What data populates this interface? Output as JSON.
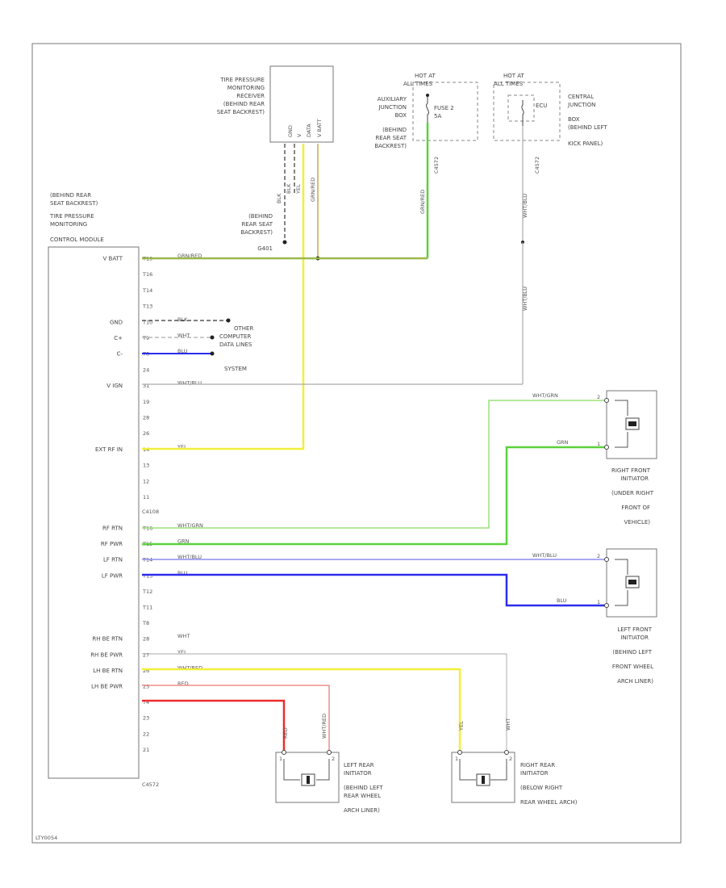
{
  "module": {
    "label": [
      "(BEHIND REAR",
      "SEAT BACKREST)",
      "TIRE PRESSURE",
      "MONITORING",
      "CONTROL MODULE"
    ],
    "connector_top": "C4108",
    "connector_bottom": "C4572",
    "pins_a": [
      {
        "pin": "T19",
        "signal": "V BATT",
        "wire": "GRN/RED"
      },
      {
        "pin": "T16",
        "signal": "",
        "wire": ""
      },
      {
        "pin": "T14",
        "signal": "",
        "wire": ""
      },
      {
        "pin": "T13",
        "signal": "",
        "wire": ""
      },
      {
        "pin": "T10",
        "signal": "GND",
        "wire": "BLK"
      },
      {
        "pin": "T9",
        "signal": "C+",
        "wire": "WHT"
      },
      {
        "pin": "T8",
        "signal": "C-",
        "wire": "BLU"
      },
      {
        "pin": "24",
        "signal": "",
        "wire": ""
      },
      {
        "pin": "31",
        "signal": "V IGN",
        "wire": "WHT/BLU"
      },
      {
        "pin": "19",
        "signal": "",
        "wire": ""
      },
      {
        "pin": "28",
        "signal": "",
        "wire": ""
      },
      {
        "pin": "26",
        "signal": "",
        "wire": ""
      },
      {
        "pin": "14",
        "signal": "EXT RF IN",
        "wire": "YEL"
      },
      {
        "pin": "13",
        "signal": "",
        "wire": ""
      },
      {
        "pin": "12",
        "signal": "",
        "wire": ""
      },
      {
        "pin": "11",
        "signal": "",
        "wire": ""
      }
    ],
    "pins_b": [
      {
        "pin": "T16",
        "signal": "RF RTN",
        "wire": "WHT/GRN"
      },
      {
        "pin": "T15",
        "signal": "RF PWR",
        "wire": "GRN"
      },
      {
        "pin": "T14",
        "signal": "LF RTN",
        "wire": "WHT/BLU"
      },
      {
        "pin": "T13",
        "signal": "LF PWR",
        "wire": "BLU"
      },
      {
        "pin": "T12",
        "signal": "",
        "wire": ""
      },
      {
        "pin": "T11",
        "signal": "",
        "wire": ""
      },
      {
        "pin": "T8",
        "signal": "",
        "wire": ""
      },
      {
        "pin": "28",
        "signal": "RH BE RTN",
        "wire": "WHT"
      },
      {
        "pin": "27",
        "signal": "RH BE PWR",
        "wire": "YEL"
      },
      {
        "pin": "26",
        "signal": "LH BE RTN",
        "wire": "WHT/RED"
      },
      {
        "pin": "25",
        "signal": "LH BE PWR",
        "wire": "RED"
      },
      {
        "pin": "T4",
        "signal": "",
        "wire": ""
      },
      {
        "pin": "23",
        "signal": "",
        "wire": ""
      },
      {
        "pin": "22",
        "signal": "",
        "wire": ""
      },
      {
        "pin": "21",
        "signal": "",
        "wire": ""
      }
    ]
  },
  "receiver": {
    "label": [
      "TIRE PRESSURE",
      "MONITORING",
      "RECEIVER",
      "(BEHIND REAR",
      "SEAT BACKREST)"
    ],
    "pins": [
      "GND",
      "V",
      "DATA",
      "V BATT"
    ],
    "wires": [
      "BLK",
      "BLK",
      "YEL",
      "GRN/RED"
    ],
    "ground_label": [
      "(BEHIND",
      "REAR SEAT",
      "BACKREST)",
      "G401"
    ]
  },
  "aux_box": {
    "note": [
      "HOT AT",
      "ALL TIMES"
    ],
    "label": [
      "AUXILIARY",
      "JUNCTION",
      "BOX",
      "(BEHIND",
      "REAR SEAT",
      "BACKREST)"
    ],
    "fuse": [
      "FUSE 2",
      "5A"
    ],
    "connector": "C4572",
    "wire": "GRN/RED"
  },
  "cjb": {
    "note": [
      "HOT AT",
      "ALL TIMES"
    ],
    "label": [
      "CENTRAL",
      "JUNCTION",
      "BOX",
      "(BEHIND LEFT",
      "KICK PANEL)"
    ],
    "fuse": "ECU",
    "connector": "C4572",
    "wire": "WHT/BLU"
  },
  "data_lines": [
    "OTHER",
    "COMPUTER",
    "DATA LINES",
    "SYSTEM"
  ],
  "right_front": {
    "label": [
      "RIGHT FRONT",
      "INITIATOR",
      "(UNDER RIGHT",
      "FRONT OF",
      "VEHICLE)"
    ],
    "wires": [
      "WHT/GRN",
      "GRN"
    ],
    "pins": [
      "2",
      "1"
    ]
  },
  "left_front": {
    "label": [
      "LEFT FRONT",
      "INITIATOR",
      "(BEHIND LEFT",
      "FRONT WHEEL",
      "ARCH LINER)"
    ],
    "wires": [
      "WHT/BLU",
      "BLU"
    ],
    "pins": [
      "2",
      "1"
    ]
  },
  "left_rear": {
    "label": [
      "LEFT REAR",
      "INITIATOR",
      "(BEHIND LEFT",
      "REAR WHEEL",
      "ARCH LINER)"
    ],
    "wires": [
      "RED",
      "WHT/RED"
    ],
    "pins": [
      "1",
      "2"
    ]
  },
  "right_rear": {
    "label": [
      "RIGHT REAR",
      "INITIATOR",
      "(BELOW RIGHT",
      "REAR WHEEL ARCH)"
    ],
    "wires": [
      "YEL",
      "WHT"
    ],
    "pins": [
      "1",
      "2"
    ]
  },
  "footer_code": "LTY0054",
  "colors": {
    "green": "#5ad23c",
    "green_white": "#9ce07a",
    "yellow": "#f2ef3a",
    "blue": "#2c2cee",
    "blue_white": "#8c8cf2",
    "red": "#ee2c2c",
    "red_white": "#f28c8c",
    "orange": "#d4a24a",
    "gray": "#999999"
  }
}
